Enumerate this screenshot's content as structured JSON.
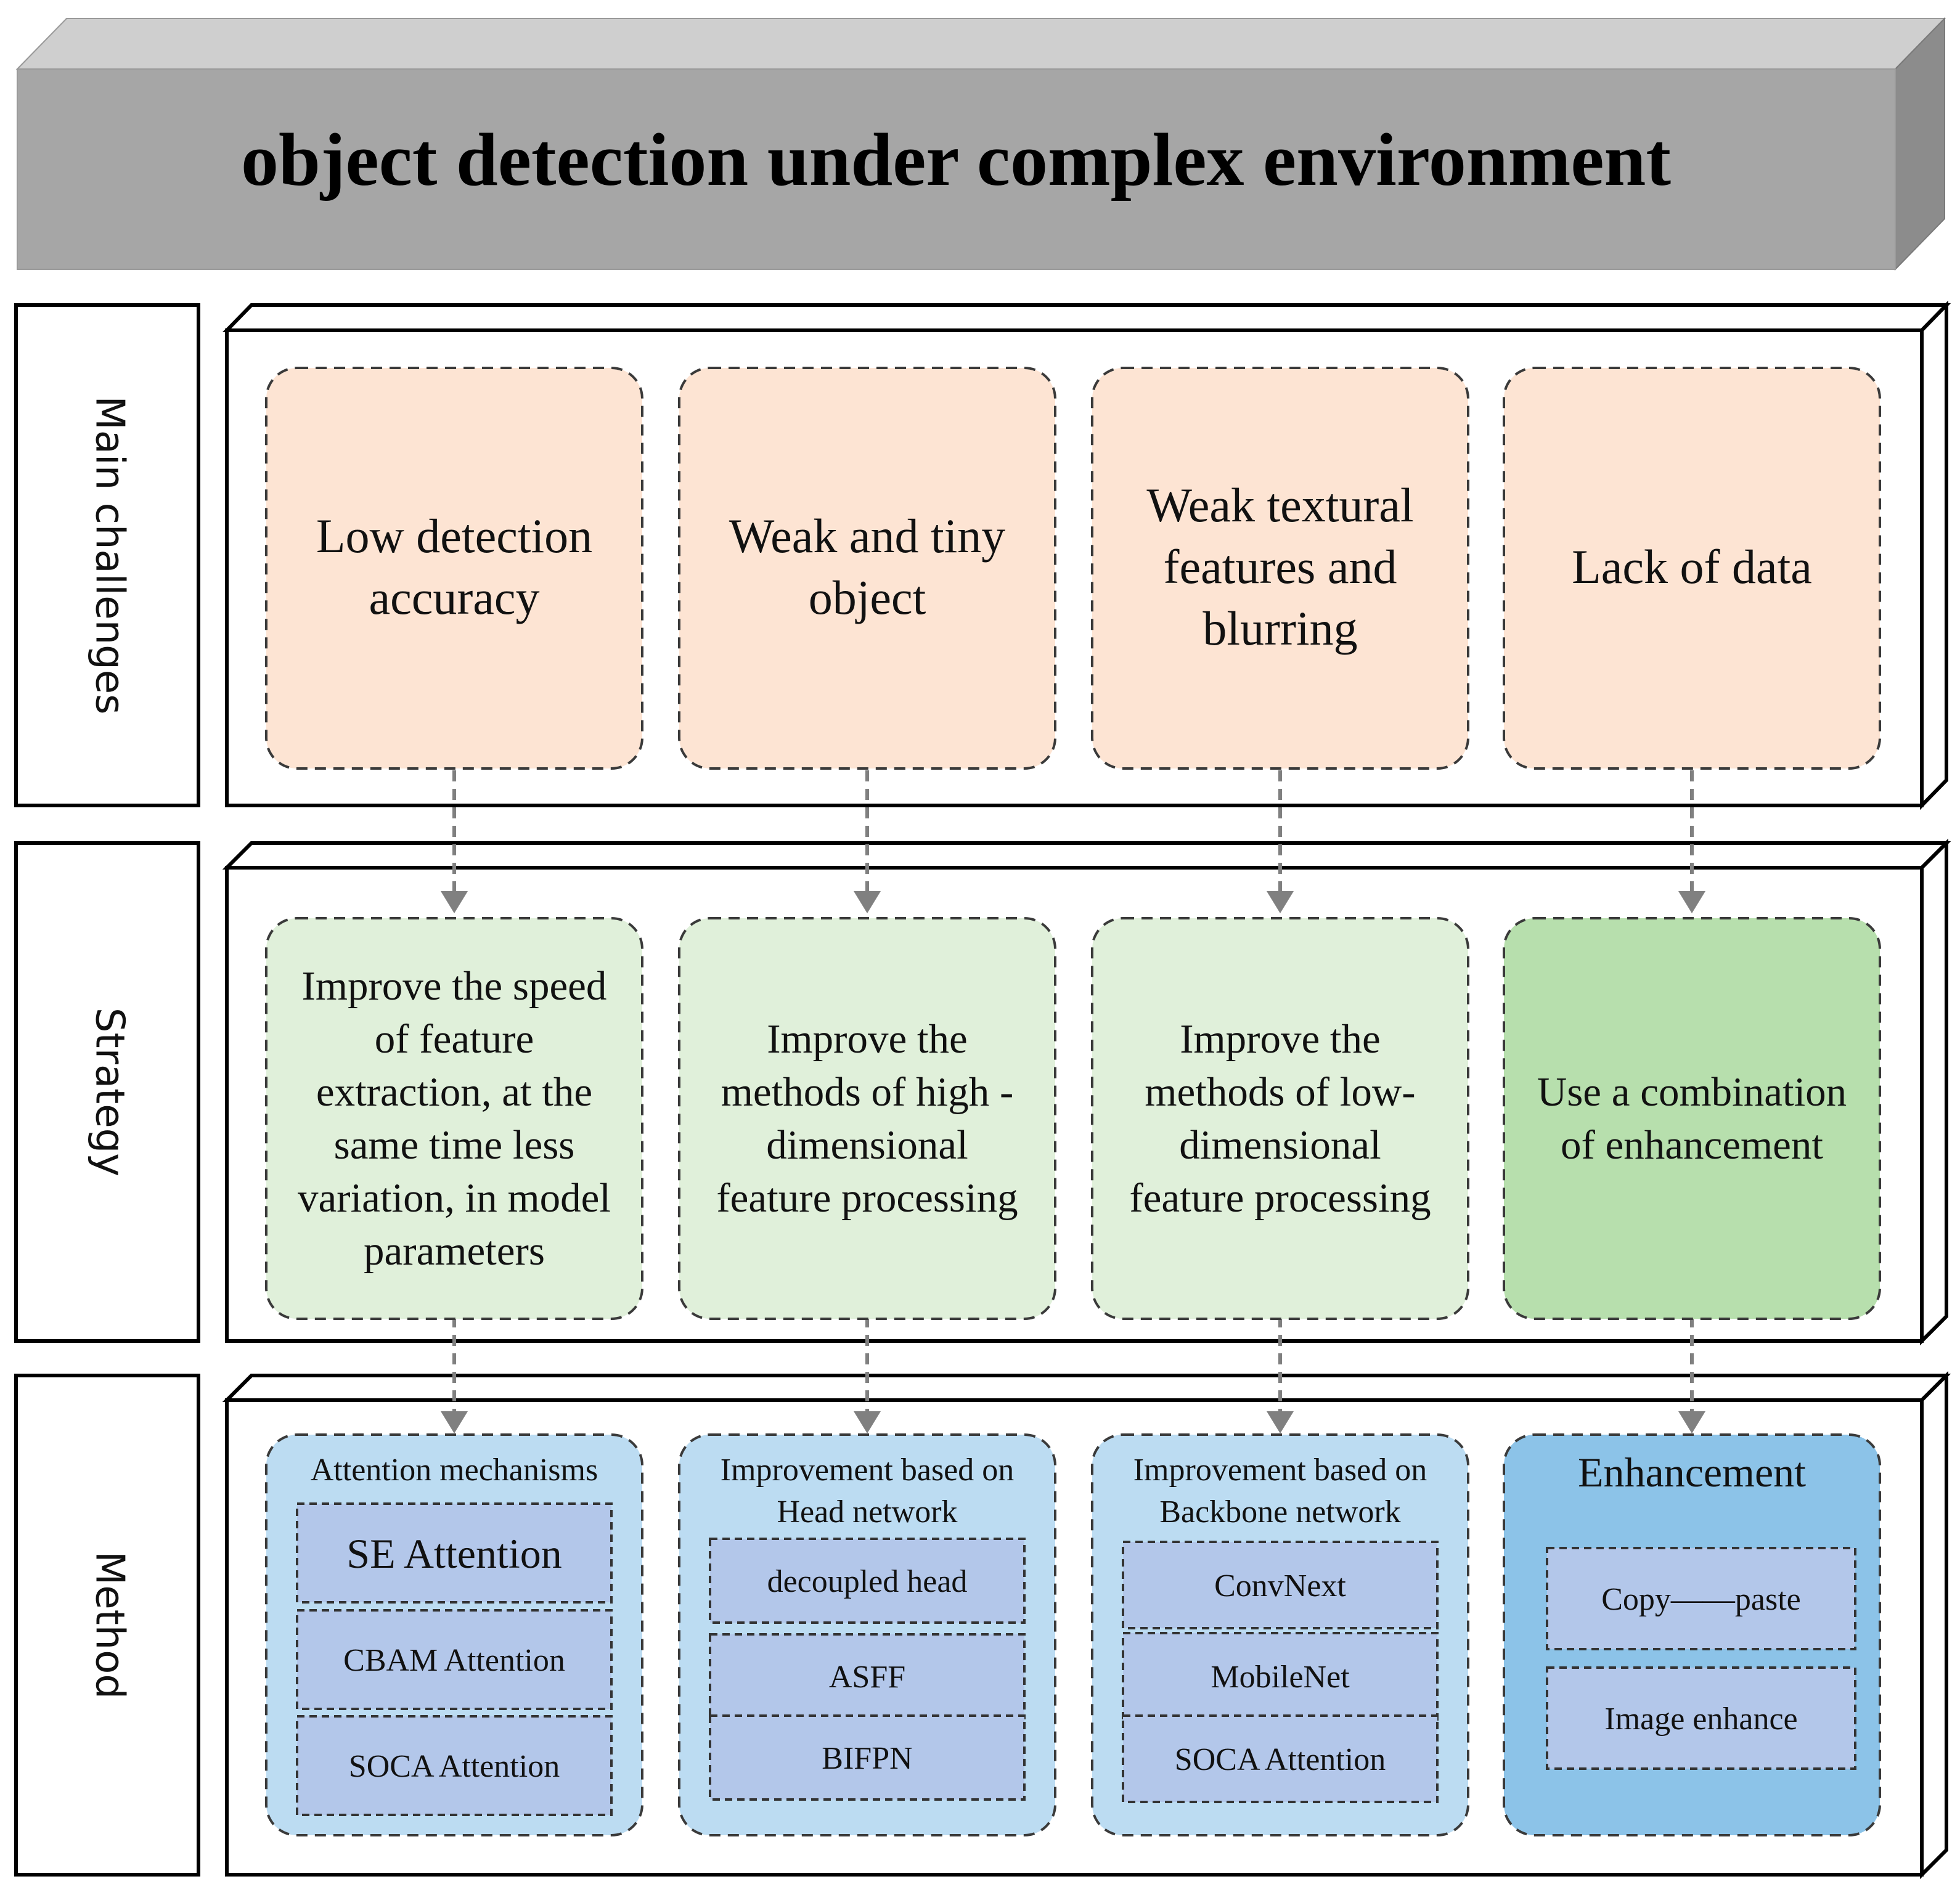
{
  "title": "object detection under complex environment",
  "rows": {
    "challenges": "Main challenges",
    "strategy": "Strategy",
    "method": "Method"
  },
  "challenges": [
    "Low detection accuracy",
    "Weak and tiny object",
    "Weak textural features and blurring",
    "Lack of data"
  ],
  "strategies": [
    "Improve the speed of feature extraction, at the same time less variation, in model parameters",
    "Improve the methods of high -dimensional feature processing",
    "Improve the methods of low-dimensional feature processing",
    "Use a combination of enhancement"
  ],
  "methods": [
    {
      "title": "Attention mechanisms",
      "items": [
        "SE Attention",
        "CBAM Attention",
        "SOCA Attention"
      ]
    },
    {
      "title": "Improvement based on Head network",
      "items": [
        "decoupled head",
        "ASFF",
        "BIFPN"
      ]
    },
    {
      "title": "Improvement based on Backbone network",
      "items": [
        "ConvNext",
        "MobileNet",
        "SOCA Attention"
      ]
    },
    {
      "title": "Enhancement",
      "items": [
        "Copy——paste",
        "Image enhance"
      ]
    }
  ],
  "colors": {
    "banner_front": "#a6a6a6",
    "banner_top": "#cfcfcf",
    "banner_side": "#8c8c8c",
    "challenge_fill": "#fde4d3",
    "strategy_fill": "#e0f0da",
    "strategy_accent_fill": "#b7dfad",
    "method_fill": "#bcdcf2",
    "method_accent_fill": "#8cc3e8",
    "method_item_fill": "#b3c7ea",
    "arrow": "#808080"
  }
}
